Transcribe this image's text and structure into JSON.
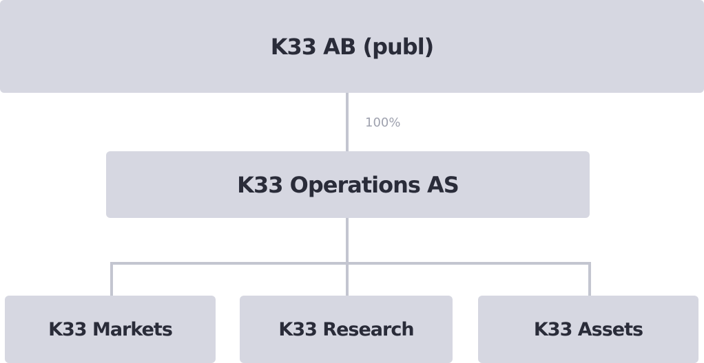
{
  "root": {
    "label": "K33 AB (publ)"
  },
  "ownership": {
    "label": "100%"
  },
  "middle": {
    "label": "K33 Operations AS"
  },
  "children": [
    {
      "label": "K33 Markets"
    },
    {
      "label": "K33 Research"
    },
    {
      "label": "K33 Assets"
    }
  ],
  "colors": {
    "box": "#d6d7e1",
    "line": "#c3c5d0",
    "text": "#2a2c39",
    "muted": "#9ea1ae"
  }
}
